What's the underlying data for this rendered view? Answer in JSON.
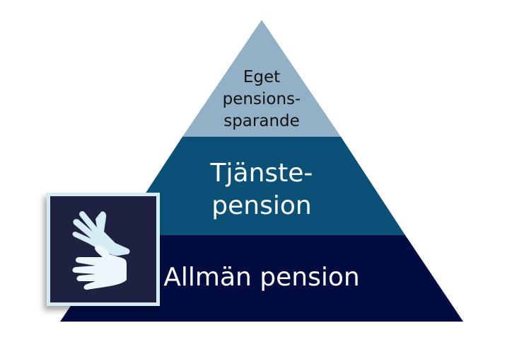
{
  "diagram": {
    "type": "pyramid",
    "levels": [
      {
        "level": "top",
        "label_lines": [
          "Eget",
          "pensions-",
          "sparande"
        ],
        "color": "#93b1c6",
        "text_color": "#111111"
      },
      {
        "level": "middle",
        "label_lines": [
          "Tjänste-",
          "pension"
        ],
        "color": "#0b5077",
        "text_color": "#ffffff"
      },
      {
        "level": "bottom",
        "label_lines": [
          "Allmän pension"
        ],
        "color": "#020c40",
        "text_color": "#ffffff"
      }
    ],
    "icon": {
      "name": "sign-language-icon",
      "background": "#1f2140",
      "border": "#d7ebf3"
    }
  }
}
